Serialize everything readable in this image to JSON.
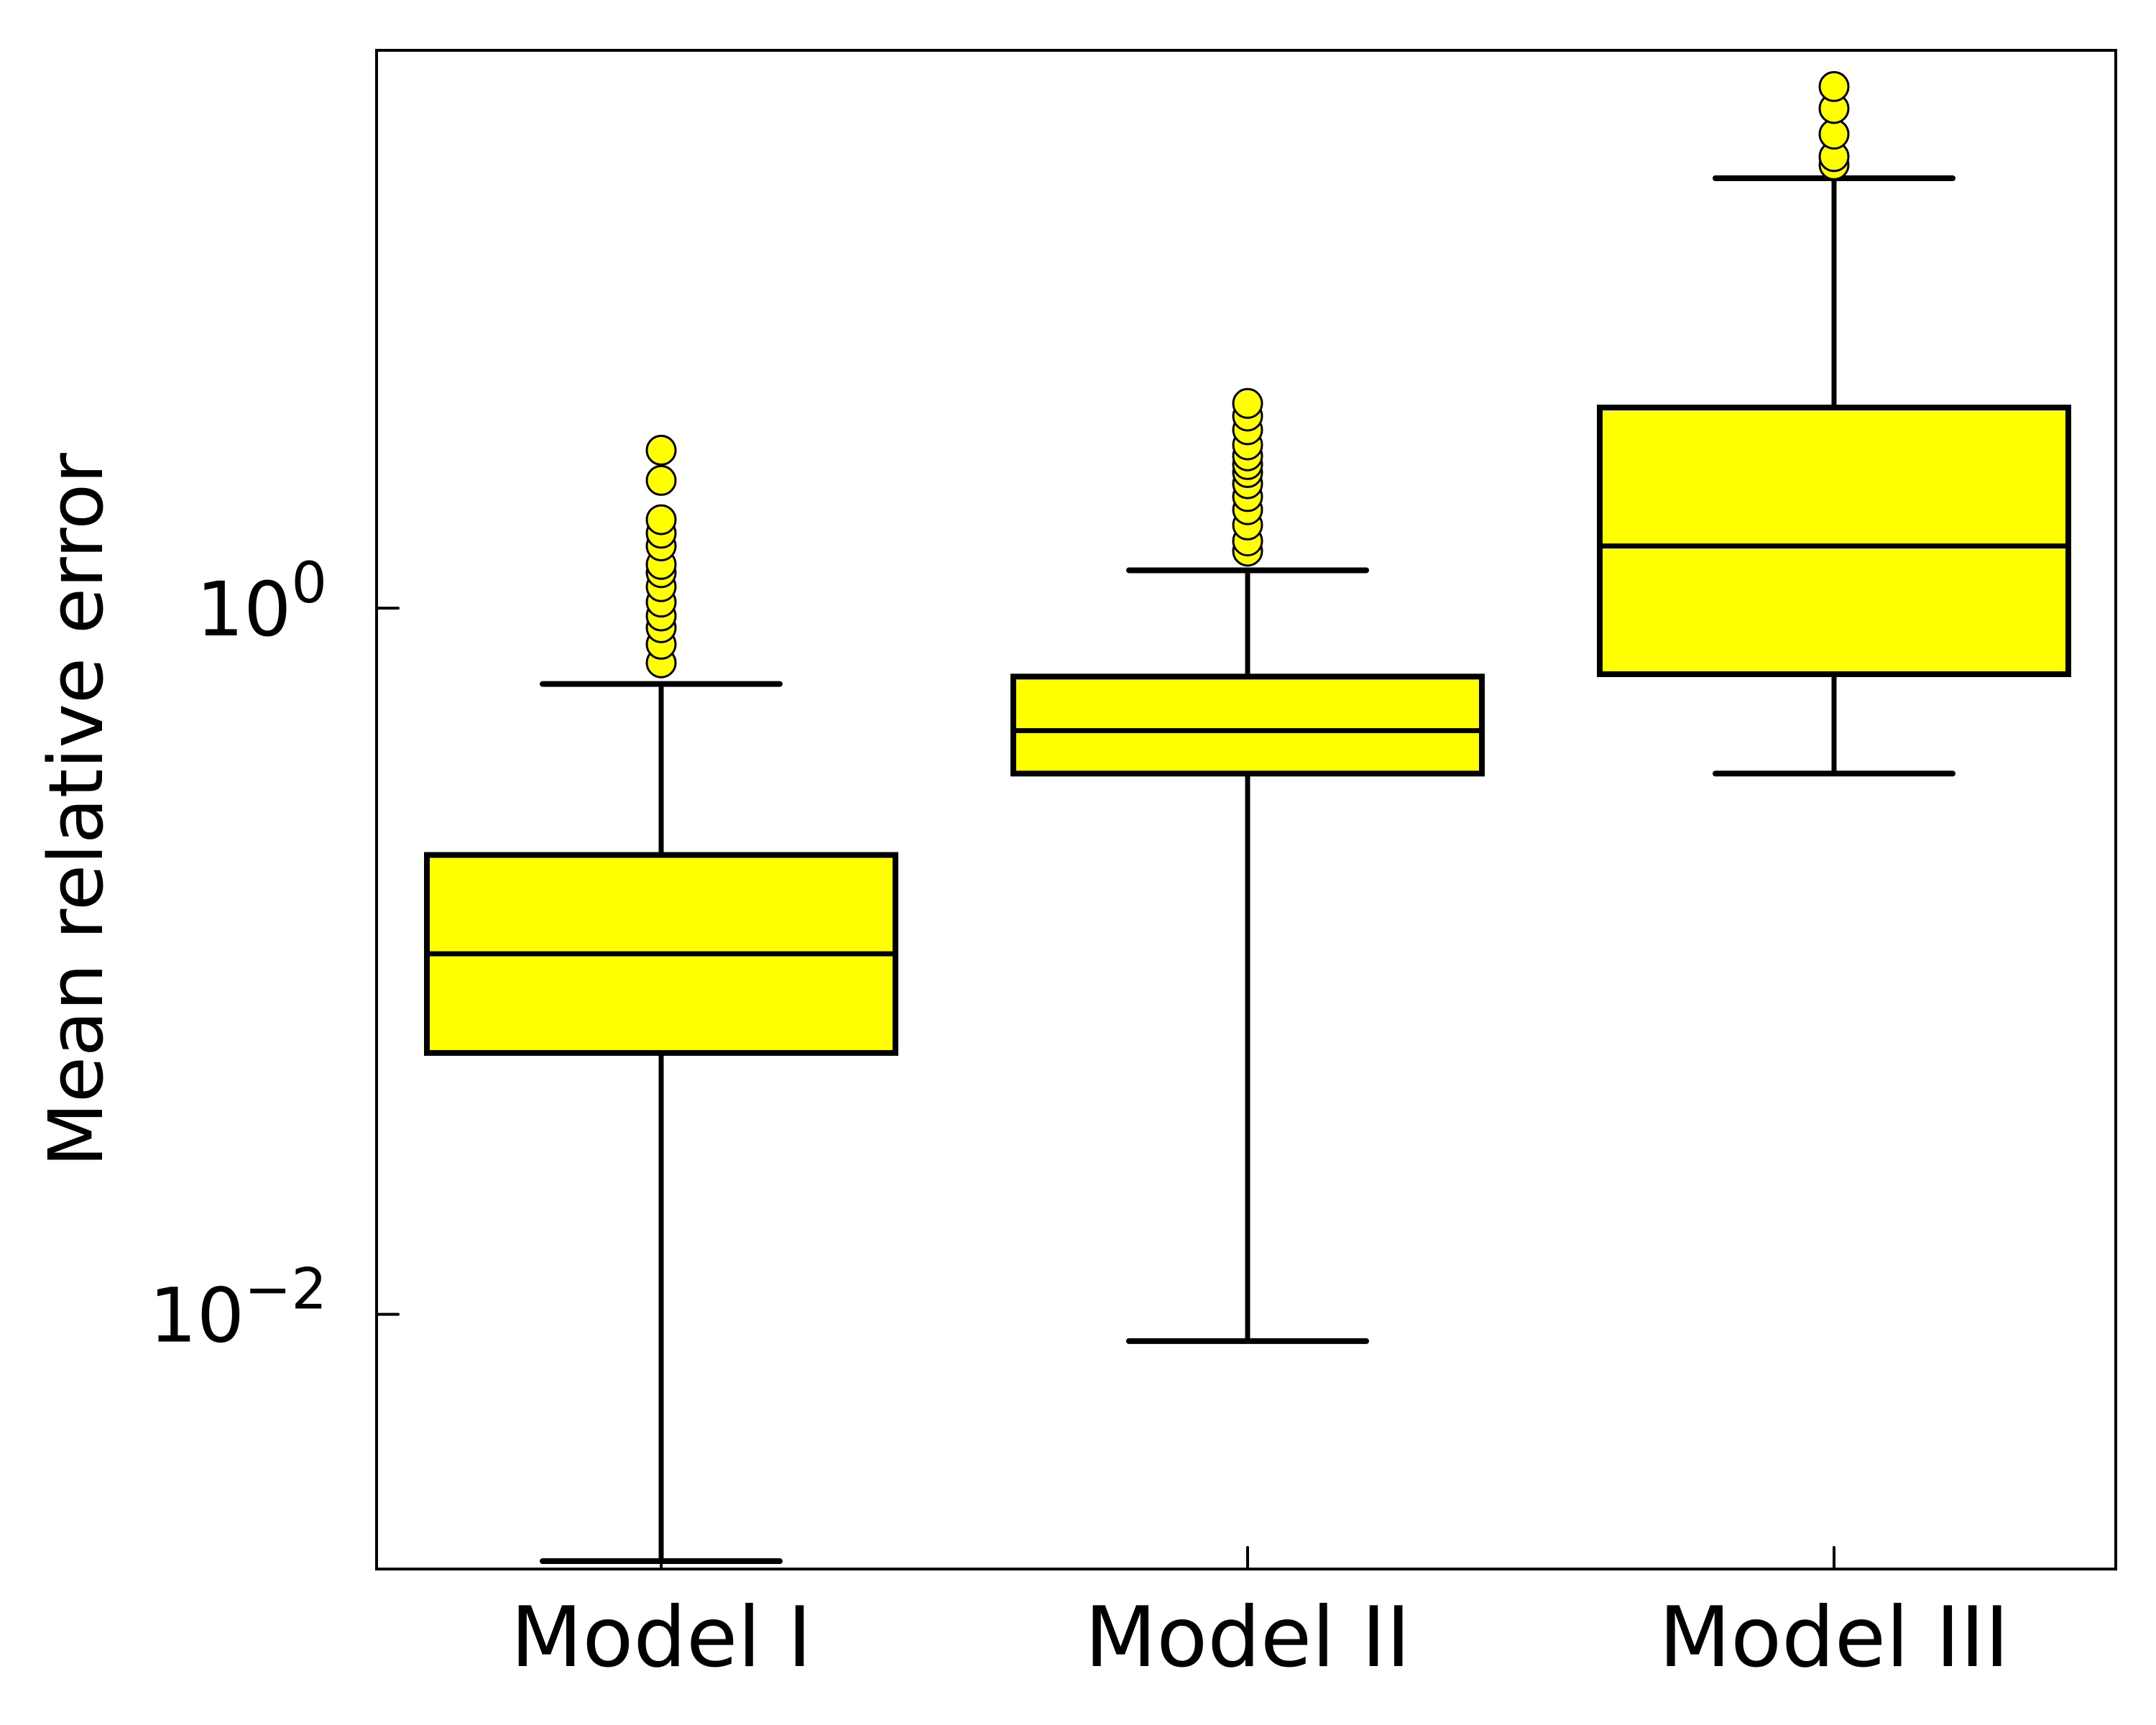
{
  "chart_data": {
    "type": "box",
    "title": "",
    "xlabel": "",
    "ylabel": "Mean relative error",
    "y_scale": "log",
    "ylim": [
      0.0019,
      38
    ],
    "yticks": [
      {
        "value": 1,
        "base": "10",
        "exponent": "0"
      },
      {
        "value": 0.01,
        "base": "10",
        "exponent": "−2"
      }
    ],
    "categories": [
      "Model I",
      "Model II",
      "Model III"
    ],
    "boxes": [
      {
        "name": "Model I",
        "whisker_low": 0.002,
        "q1": 0.055,
        "median": 0.105,
        "q3": 0.2,
        "whisker_high": 0.61,
        "outliers": [
          0.7,
          0.79,
          0.88,
          0.95,
          1.04,
          1.15,
          1.26,
          1.33,
          1.5,
          1.63,
          1.78,
          2.3,
          2.8
        ]
      },
      {
        "name": "Model II",
        "whisker_low": 0.0084,
        "q1": 0.34,
        "median": 0.45,
        "q3": 0.64,
        "whisker_high": 1.28,
        "outliers": [
          1.45,
          1.55,
          1.72,
          1.9,
          2.07,
          2.25,
          2.42,
          2.55,
          2.7,
          2.9,
          3.2,
          3.5,
          3.8
        ]
      },
      {
        "name": "Model III",
        "whisker_low": 0.34,
        "q1": 0.65,
        "median": 1.5,
        "q3": 3.7,
        "whisker_high": 16.5,
        "outliers": [
          18.0,
          19.0,
          22.0,
          26.0,
          30.0
        ]
      }
    ],
    "box_color": "#ffff00",
    "outlier_color": "#ffff00",
    "line_color": "#000000",
    "grid": false,
    "legend": "none"
  }
}
